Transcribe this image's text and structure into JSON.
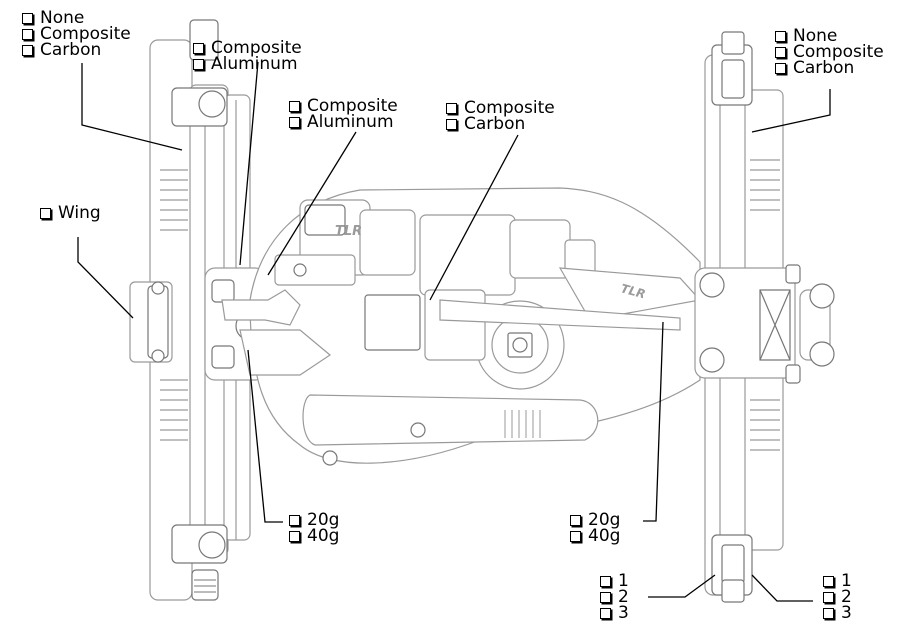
{
  "labels": {
    "front_left_guard": [
      "None",
      "Composite",
      "Carbon"
    ],
    "front_hub": [
      "Composite",
      "Aluminum"
    ],
    "steering": [
      "Composite",
      "Aluminum"
    ],
    "chassis_brace": [
      "Composite",
      "Carbon"
    ],
    "wing": [
      "Wing"
    ],
    "rear_right_guard": [
      "None",
      "Composite",
      "Carbon"
    ],
    "front_weight": [
      "20g",
      "40g"
    ],
    "rear_weight": [
      "20g",
      "40g"
    ],
    "rear_hub_left": [
      "1",
      "2",
      "3"
    ],
    "rear_hub_right": [
      "1",
      "2",
      "3"
    ]
  },
  "icons": {
    "checkbox": "checkbox-icon",
    "logo_front": "TLR",
    "logo_rear": "TLR"
  },
  "colors": {
    "drawing_line": "#9a9a9a",
    "leader_line": "#000000"
  }
}
